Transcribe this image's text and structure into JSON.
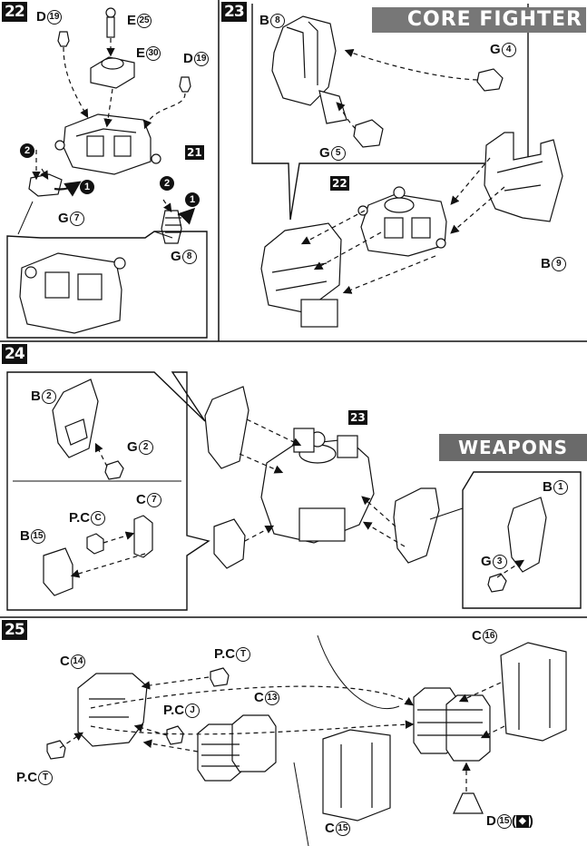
{
  "steps": {
    "s22": {
      "number": "22",
      "labels": {
        "d19a": "D",
        "d19a_n": "19",
        "e25": "E",
        "e25_n": "25",
        "e30": "E",
        "e30_n": "30",
        "d19b": "D",
        "d19b_n": "19",
        "ref21": "21",
        "g7": "G",
        "g7_n": "7",
        "g8": "G",
        "g8_n": "8",
        "arrow1": "1",
        "arrow2": "2"
      }
    },
    "s23": {
      "number": "23",
      "labels": {
        "b8": "B",
        "b8_n": "8",
        "g4": "G",
        "g4_n": "4",
        "g5": "G",
        "g5_n": "5",
        "ref22": "22",
        "b9": "B",
        "b9_n": "9"
      },
      "banner": "CORE FIGHTER"
    },
    "s24": {
      "number": "24",
      "labels": {
        "b2": "B",
        "b2_n": "2",
        "g2": "G",
        "g2_n": "2",
        "pcc": "P.C",
        "pcc_n": "C",
        "c7": "C",
        "c7_n": "7",
        "b15": "B",
        "b15_n": "15",
        "ref23": "23",
        "b1": "B",
        "b1_n": "1",
        "g3": "G",
        "g3_n": "3"
      },
      "banner": "WEAPONS"
    },
    "s25": {
      "number": "25",
      "labels": {
        "c14": "C",
        "c14_n": "14",
        "pct1": "P.C",
        "pct1_n": "T",
        "pcj": "P.C",
        "pcj_n": "J",
        "c13": "C",
        "c13_n": "13",
        "pct2": "P.C",
        "pct2_n": "T",
        "c16": "C",
        "c16_n": "16",
        "c15": "C",
        "c15_n": "15",
        "d15": "D",
        "d15_n": "15",
        "d15_paren_open": "(",
        "d15_paren_close": ")"
      }
    }
  }
}
